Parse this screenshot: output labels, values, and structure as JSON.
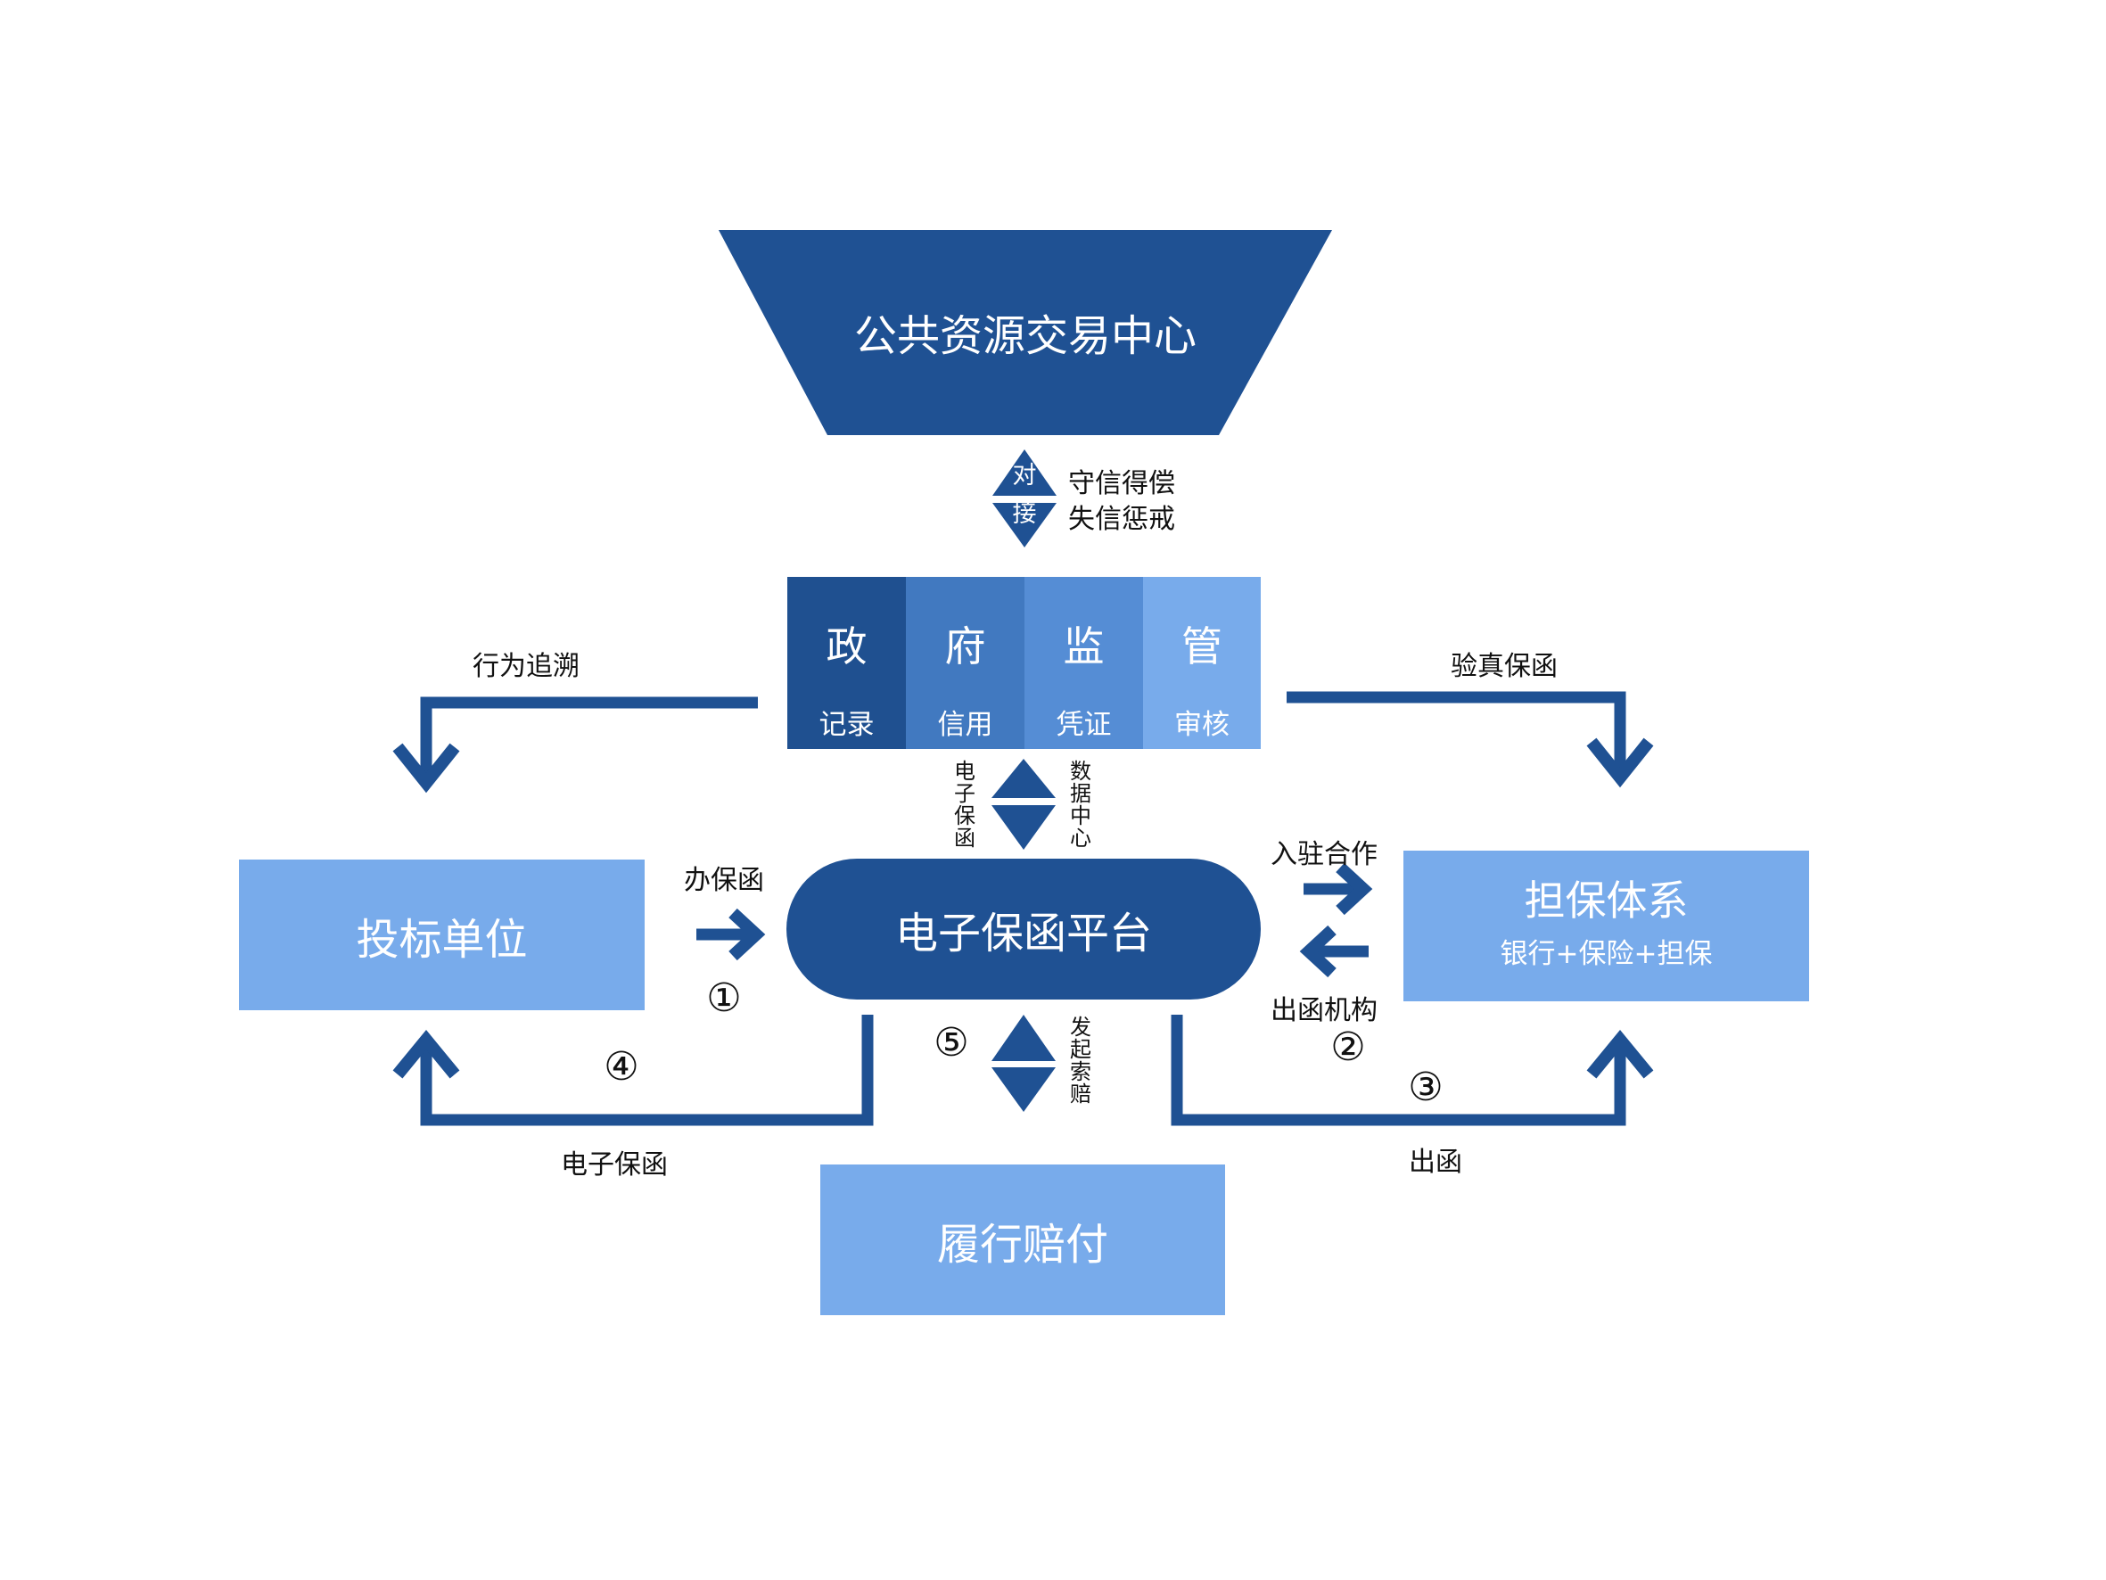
{
  "colors": {
    "navy": "#1f5193",
    "column_1": "#1f5090",
    "column_2": "#4179c0",
    "column_3": "#558dd5",
    "column_4": "#78abeb",
    "light_box": "#78abeb",
    "text_dark": "#111111",
    "text_light": "#ffffff"
  },
  "top_center": {
    "title": "公共资源交易中心"
  },
  "connector_top": {
    "diamond_top": "对",
    "diamond_bottom": "接",
    "line1": "守信得偿",
    "line2": "失信惩戒"
  },
  "supervision": {
    "columns": [
      {
        "big": "政",
        "small": "记录"
      },
      {
        "big": "府",
        "small": "信用"
      },
      {
        "big": "监",
        "small": "凭证"
      },
      {
        "big": "管",
        "small": "审核"
      }
    ]
  },
  "connector_mid": {
    "left_vertical": "电子保函",
    "right_vertical": "数据中心"
  },
  "platform": {
    "title": "电子保函平台"
  },
  "bidder": {
    "title": "投标单位"
  },
  "guarantee_system": {
    "title": "担保体系",
    "subtitle": "银行+保险+担保"
  },
  "performance": {
    "title": "履行赔付"
  },
  "flows": {
    "trace": "行为追溯",
    "verify": "验真保函",
    "apply": "办保函",
    "join": "入驻合作",
    "issuer": "出函机构",
    "e_guarantee": "电子保函",
    "issue": "出函",
    "claim": "发起索赔"
  },
  "steps": {
    "s1": "①",
    "s2": "②",
    "s3": "③",
    "s4": "④",
    "s5": "⑤"
  }
}
